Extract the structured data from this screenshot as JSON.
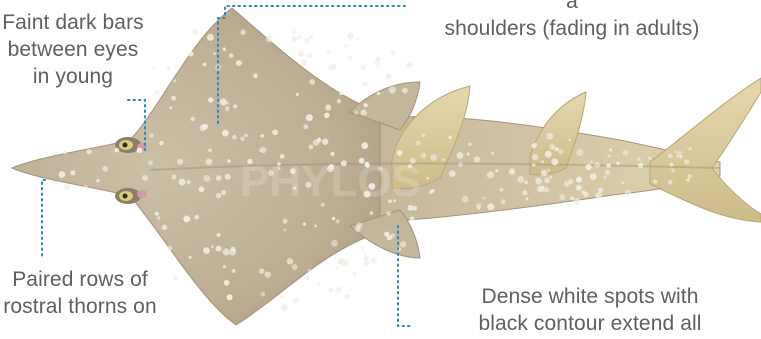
{
  "callouts": {
    "eyes": {
      "lines": [
        "Faint dark bars",
        "between eyes",
        "in young"
      ]
    },
    "shoulders": {
      "lines": [
        "a",
        "shoulders (fading in adults)"
      ]
    },
    "rostral": {
      "lines": [
        "Paired rows of",
        "rostral thorns on"
      ]
    },
    "spots": {
      "lines": [
        "Dense white spots with",
        "black contour extend all"
      ]
    }
  },
  "colors": {
    "body": "#c2b49a",
    "body_dark": "#a89a80",
    "fin": "#dfcf9f",
    "spot": "#f3efe6",
    "leader": "#2f86b8",
    "text": "#5f5f5f",
    "accent": "#e0483a"
  },
  "watermark": "PHYLOS"
}
